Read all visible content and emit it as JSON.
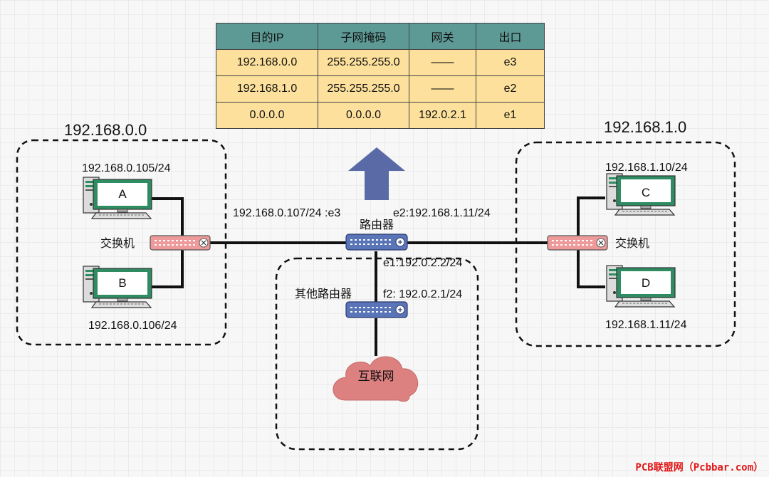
{
  "routing_table": {
    "headers": [
      "目的IP",
      "子网掩码",
      "网关",
      "出口"
    ],
    "rows": [
      [
        "192.168.0.0",
        "255.255.255.0",
        "——",
        "e3"
      ],
      [
        "192.168.1.0",
        "255.255.255.0",
        "——",
        "e2"
      ],
      [
        "0.0.0.0",
        "0.0.0.0",
        "192.0.2.1",
        "e1"
      ]
    ]
  },
  "left_network": {
    "title": "192.168.0.0",
    "switch_label": "交换机",
    "pc_a": {
      "name": "A",
      "ip": "192.168.0.105/24"
    },
    "pc_b": {
      "name": "B",
      "ip": "192.168.0.106/24"
    }
  },
  "right_network": {
    "title": "192.168.1.0",
    "switch_label": "交换机",
    "pc_c": {
      "name": "C",
      "ip": "192.168.1.10/24"
    },
    "pc_d": {
      "name": "D",
      "ip": "192.168.1.11/24"
    }
  },
  "router": {
    "label": "路由器",
    "e3": "192.168.0.107/24 :e3",
    "e2": "e2:192.168.1.11/24",
    "e1": "e1:192.0.2.2/24"
  },
  "other_network": {
    "label": "其他路由器",
    "f2": "f2: 192.0.2.1/24",
    "cloud_label": "互联网"
  },
  "watermark": "PCB联盟网（Pcbbar.com）",
  "colors": {
    "table_header": "#5d9a96",
    "table_cell": "#fce09c",
    "router": "#5a74b8",
    "switch": "#ef9a9a",
    "cloud": "#dd8080",
    "monitor": "#2e8b62",
    "arrow": "#5a6aa6"
  }
}
